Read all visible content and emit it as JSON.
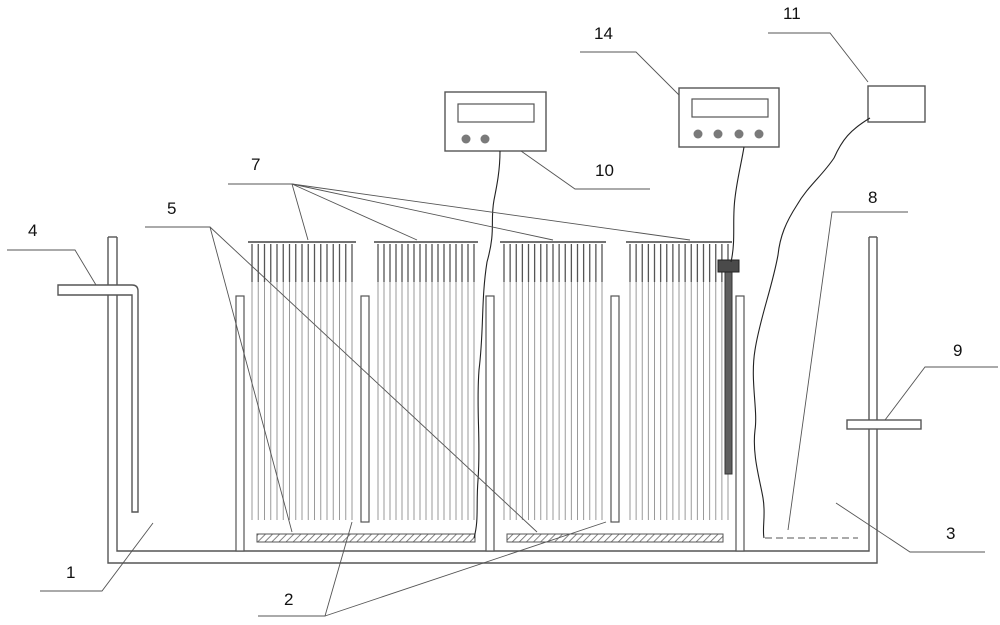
{
  "diagram": {
    "labels": {
      "l1": "1",
      "l2": "2",
      "l3": "3",
      "l4": "4",
      "l5": "5",
      "l7": "7",
      "l8": "8",
      "l9": "9",
      "l10": "10",
      "l11": "11",
      "l14": "14"
    },
    "colors": {
      "line": "#555555",
      "fiber": "#9a9a9a",
      "plate": "#8a8a8a",
      "electrode": "#5f5f5f",
      "wire": "#222222",
      "button": "#7a7a7a"
    }
  }
}
